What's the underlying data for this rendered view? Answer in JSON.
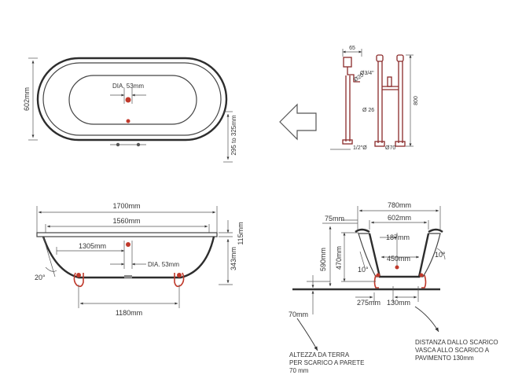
{
  "top_view": {
    "width_label": "602mm",
    "drain_dia_label": "DIA. 53mm",
    "drain_height_label": "295 to 325mm"
  },
  "tap_detail": {
    "top_label": "65",
    "conn_label": "Ø3/4\"",
    "spout_label": "Ø20",
    "pipe_label": "Ø 26",
    "height_label": "800",
    "base_label": "1/2\"Ø",
    "foot_label": "Ø70"
  },
  "front_view": {
    "overall_length": "1700mm",
    "inner_length": "1560mm",
    "rim_height": "115mm",
    "total_height": "343mm",
    "drain_offset": "1305mm",
    "drain_dia": "DIA. 53mm",
    "feet_spacing": "1180mm",
    "angle": "20°"
  },
  "side_view": {
    "overall_width": "780mm",
    "inner_width": "602mm",
    "rim_label": "75mm",
    "drain_to_wall": "187mm",
    "base_width": "450mm",
    "total_height": "590mm",
    "inner_height": "470mm",
    "left_angle": "10°",
    "right_angle": "10°",
    "foot_depth": "275mm",
    "drain_spacing": "130mm",
    "ground_height": "70mm"
  },
  "notes": {
    "left_line1": "ALTEZZA DA TERRA",
    "left_line2": "PER SCARICO A PARETE",
    "left_line3": "70 mm",
    "right_line1": "DISTANZA DALLO SCARICO",
    "right_line2": "VASCA ALLO  SCARICO A",
    "right_line3": "PAVIMENTO 130mm"
  }
}
